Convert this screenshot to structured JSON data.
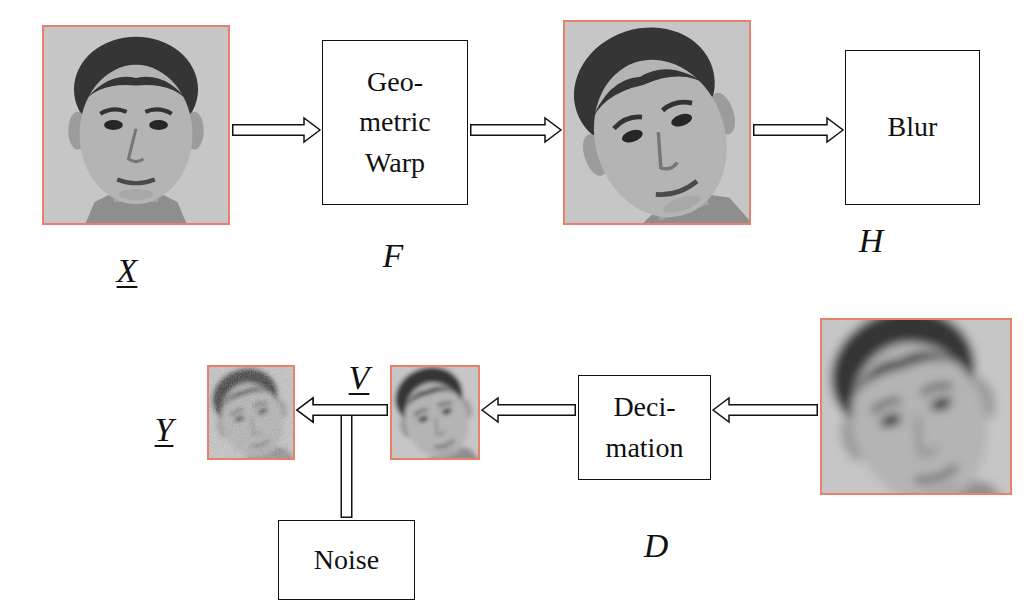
{
  "diagram": {
    "nodes": [
      {
        "text": [
          "X"
        ]
      },
      {
        "text": [
          "Geo- metric Warp",
          "F"
        ]
      },
      {
        "text": []
      },
      {
        "text": [
          "Blur",
          "H"
        ]
      },
      {
        "text": []
      },
      {
        "text": [
          "Deci- mation",
          "D"
        ]
      },
      {
        "text": [
          "V"
        ]
      },
      {
        "text": [
          "Y"
        ]
      },
      {
        "text": [
          "Noise"
        ]
      }
    ],
    "edges": [
      {
        "from": 0,
        "to": 1,
        "arrow": "to"
      },
      {
        "from": 1,
        "to": 2,
        "arrow": "to"
      },
      {
        "from": 2,
        "to": 3,
        "arrow": "to"
      },
      {
        "from": 4,
        "to": 5,
        "arrow": "to"
      },
      {
        "from": 5,
        "to": 6,
        "arrow": "to"
      },
      {
        "from": 6,
        "to": 7,
        "arrow": "to"
      },
      {
        "from": 8,
        "to": 7,
        "arrow": "to"
      }
    ]
  }
}
